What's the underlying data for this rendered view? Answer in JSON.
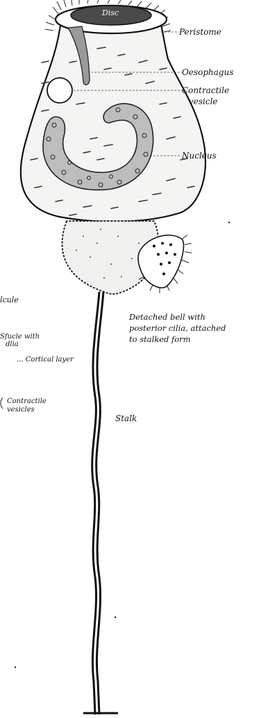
{
  "labels": {
    "disc": "Disc",
    "peristome": "Peristome",
    "oesophagus": "Oesophagus",
    "contractile_vesicle_line1": "Contractile",
    "contractile_vesicle_line2": "vesicle",
    "nucleus": "Nucleus",
    "detached_line1": "Detached bell with",
    "detached_line2": "posterior cilia, attached",
    "detached_line3": "to stalked form",
    "stalk": "Stalk",
    "left_cut_1": "lcule",
    "left_cut_2a": "Sfucle with",
    "left_cut_2b": "dlia",
    "left_cut_3": "... Cortical layer",
    "left_cut_4a": "Contractile",
    "left_cut_4b": "vesicles"
  }
}
